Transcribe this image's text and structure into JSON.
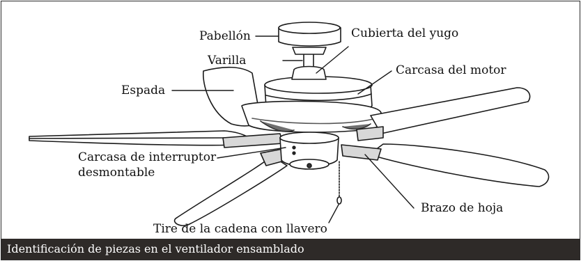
{
  "labels": {
    "pabellon": "Pabellón",
    "cubierta": "Cubierta del yugo",
    "varilla": "Varilla",
    "carcasa_motor": "Carcasa del motor",
    "espada": "Espada",
    "carcasa_interruptor_1": "Carcasa de interruptor",
    "carcasa_interruptor_2": "desmontable",
    "brazo": "Brazo de hoja",
    "tire": "Tire de la cadena con llavero"
  },
  "caption": "Identificación de piezas en el ventilador ensamblado",
  "colors": {
    "caption_bg": "#2e2a28",
    "line": "#1a1a1a",
    "blade_fill": "#ffffff",
    "shade": "#9a9a9a"
  }
}
